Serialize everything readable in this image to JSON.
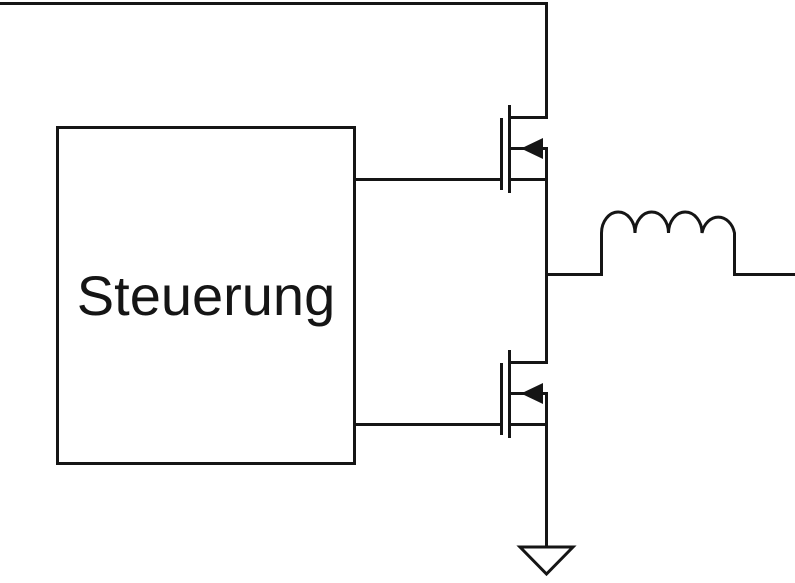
{
  "colors": {
    "background": "#ffffff",
    "line": "#151515"
  },
  "diagram": {
    "type": "circuit-schematic",
    "control_block_label": "Steuerung",
    "components": [
      "supply-rail",
      "control-block",
      "high-side-n-mosfet",
      "low-side-n-mosfet",
      "switch-node",
      "inductor-coil",
      "ground-symbol"
    ]
  }
}
